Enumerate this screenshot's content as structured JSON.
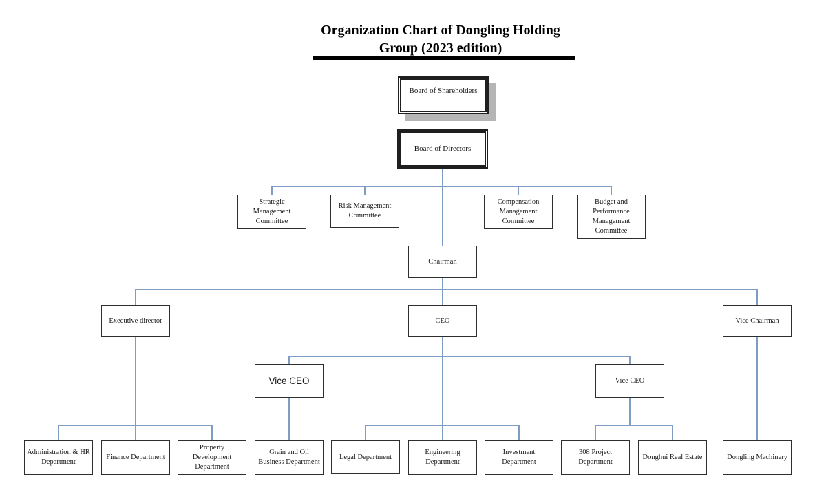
{
  "title_lines": [
    "Organization Chart of Dongling Holding",
    "Group (2023 edition)"
  ],
  "nodes": {
    "shareholders": "Board of Shareholders",
    "directors": "Board of Directors",
    "strategic": "Strategic Management Committee",
    "risk": "Risk Management Committee",
    "compensation": "Compensation Management Committee",
    "budget": "Budget and Performance Management Committee",
    "chairman": "Chairman",
    "executive_director": "Executive director",
    "ceo": "CEO",
    "vice_chairman": "Vice Chairman",
    "vice_ceo_left": "Vice CEO",
    "vice_ceo_right": "Vice CEO",
    "admin_hr": "Administration & HR Department",
    "finance": "Finance Department",
    "property": "Property Development Department",
    "grain_oil": "Grain and Oil Business Department",
    "legal": "Legal Department",
    "engineering": "Engineering Department",
    "investment": "Investment Department",
    "project_308": "308 Project Department",
    "donghui": "Donghui Real Estate",
    "dongling_machinery": "Dongling Machinery"
  },
  "colors": {
    "connector": "#7f9dc3",
    "box_border": "#2e2e2e",
    "double_border": "#1f1f1f",
    "shadow": "#b5b5b5",
    "title_underline": "#000000",
    "text": "#1a1a1a"
  }
}
